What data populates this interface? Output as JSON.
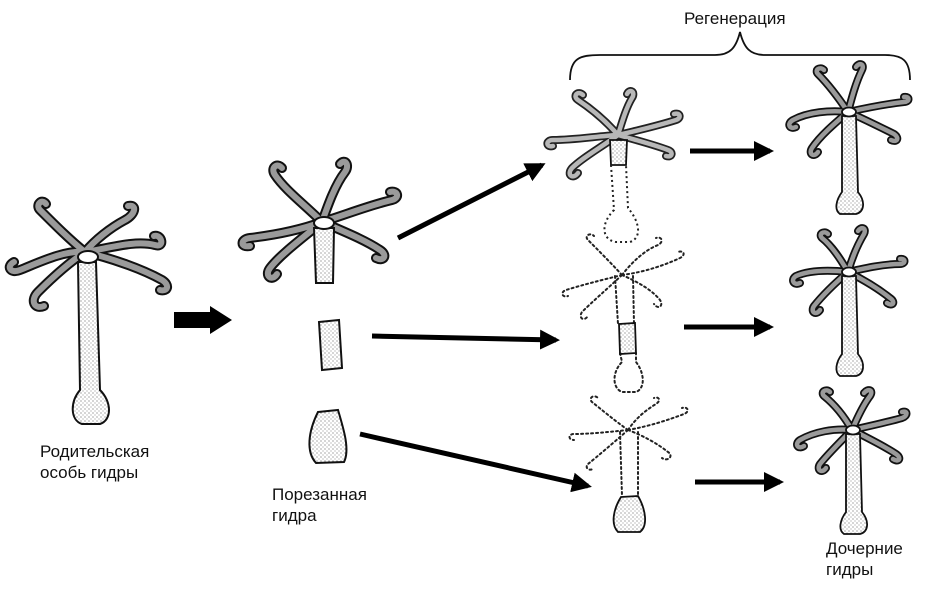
{
  "labels": {
    "parent_line1": "Родительская",
    "parent_line2": "особь гидры",
    "cut_line1": "Порезанная",
    "cut_line2": "гидра",
    "regeneration": "Регенерация",
    "daughter_line1": "Дочерние",
    "daughter_line2": "гидры"
  },
  "colors": {
    "tentacle_fill": "#9a9a9a",
    "tentacle_light": "#b8b8b8",
    "outline": "#111111",
    "stipple": "#222222"
  }
}
